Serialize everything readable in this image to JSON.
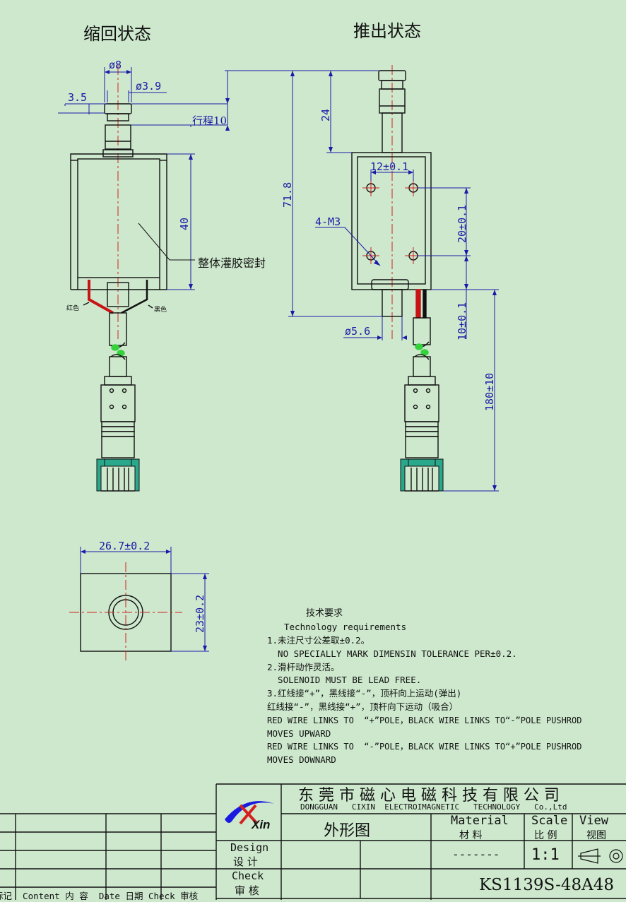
{
  "views": {
    "retracted_title": "缩回状态",
    "extended_title": "推出状态"
  },
  "dims": {
    "d8": "ø8",
    "d3_9": "ø3.9",
    "w3_5": "3.5",
    "stroke": "行程10",
    "h40": "40",
    "potting": "整体灌胶密封",
    "red": "红色",
    "black": "黑色",
    "h24": "24",
    "h71_8": "71.8",
    "hole_pitch_x": "12±0.1",
    "holes": "4-M3",
    "hole_pitch_y": "20±0.1",
    "h10": "10±0.1",
    "d5_6": "ø5.6",
    "lead": "180±10",
    "w26_7": "26.7±0.2",
    "h23": "23±0.2"
  },
  "notes": {
    "title_cn": "技术要求",
    "title_en": "Technology  requirements",
    "lines": [
      "1.未注尺寸公差取±0.2。",
      "  NO SPECIALLY MARK DIMENSIN TOLERANCE PER±0.2.",
      "2.滑杆动作灵活。",
      "  SOLENOID MUST BE LEAD FREE.",
      "3.红线接“+”，黑线接“-”，顶杆向上运动(弹出)",
      "红线接“-”，黑线接“+”，顶杆向下运动（吸合）",
      "RED WIRE LINKS TO  “+”POLE，BLACK WIRE LINKS TO“-”POLE PUSHROD",
      "MOVES UPWARD",
      "RED WIRE LINKS TO  “-”POLE，BLACK WIRE LINKS TO“+”POLE PUSHROD",
      "MOVES DOWNARD"
    ]
  },
  "title_block": {
    "logo": "Xin",
    "company_cn": "东 莞 市 磁 心 电 磁 科 技 有 限 公 司",
    "company_en": "DONGGUAN   CIXIN  ELECTROIMAGNETIC   TECHNOLOGY   Co.,Ltd",
    "drawing_name": "外形图",
    "material_en": "Material",
    "material_cn": "材 料",
    "scale_en": "Scale",
    "scale_cn": "比 例",
    "view_en": "View",
    "view_cn": "视图",
    "material_value": "-------",
    "scale_value": "1:1",
    "design_en": "Design",
    "design_cn": "设 计",
    "check_en": "Check",
    "check_cn": "审 核",
    "part_number": "KS1139S-48A48",
    "rev_header": "标记  Content 内 容  Date 日期 Check 审核"
  },
  "colors": {
    "background": "#cde8cd",
    "outline": "#111111",
    "dimension": "#1a1aa8",
    "centerline": "#d42020",
    "red_wire": "#c81414",
    "connector": "#2aa88c",
    "wire_dot": "#34d23c"
  }
}
